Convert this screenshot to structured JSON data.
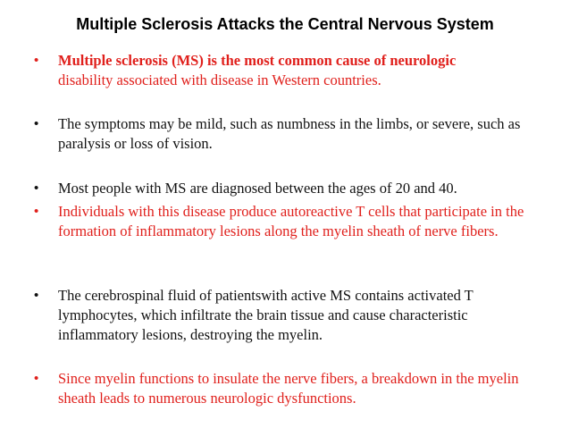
{
  "slide": {
    "title": "Multiple Sclerosis Attacks the Central Nervous System",
    "bullet_marker": "•",
    "bullets": [
      {
        "lead": "Multiple sclerosis (MS) is the most common cause of neurologic",
        "rest": "disability associated with disease in Western countries.",
        "color": "#e0201c"
      },
      {
        "text": "The symptoms may be mild, such as numbness in the limbs, or severe, such as paralysis or loss of vision.",
        "color": "#111111"
      },
      {
        "text": "Most people with MS are diagnosed between the ages of 20 and 40.",
        "color": "#111111"
      },
      {
        "text": "Individuals with this disease produce autoreactive T cells that participate in the formation of inflammatory lesions along the myelin sheath of nerve fibers.",
        "color": "#e0201c"
      },
      {
        "text": "The cerebrospinal fluid of patientswith active MS contains activated T lymphocytes, which infiltrate the brain tissue and cause characteristic inflammatory lesions, destroying the myelin.",
        "color": "#111111"
      },
      {
        "text": "Since myelin functions to insulate the nerve fibers, a breakdown in the myelin sheath leads to numerous neurologic dysfunctions.",
        "color": "#e0201c"
      }
    ]
  }
}
